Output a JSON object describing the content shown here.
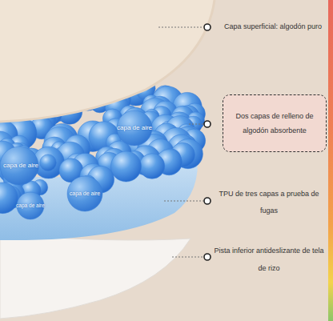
{
  "diagram": {
    "nodes": [
      {
        "text": [
          "Dos capas de relleno de algodón absorbente"
        ]
      }
    ],
    "labels": [
      "Capa superficial: algodón puro",
      "capa de aire",
      "capa de aire",
      "capa de aire",
      "capa de aire",
      "TPU de tres capas a prueba de fugas",
      "Pista inferior antideslizante de tela de rizo"
    ]
  }
}
